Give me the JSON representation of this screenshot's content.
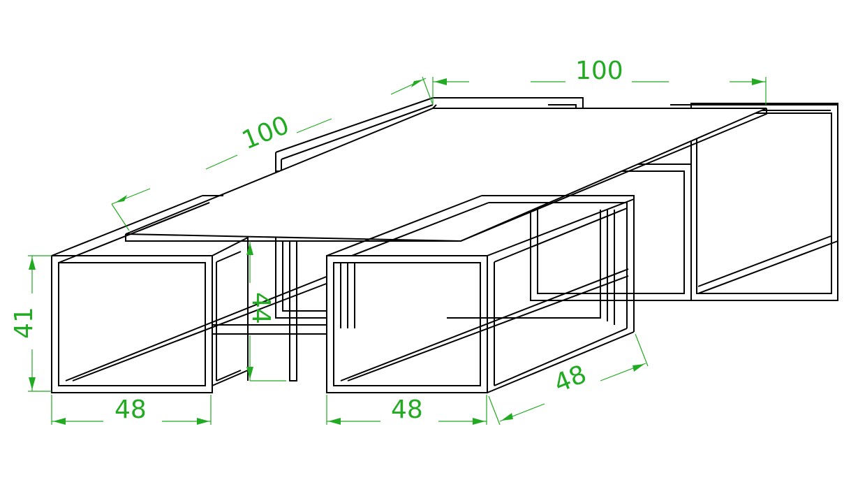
{
  "drawing": {
    "line_color": "#000000",
    "dimension_color": "#22aa22",
    "background": "#ffffff"
  },
  "dimensions": {
    "top_width_left": "100",
    "top_width_right": "100",
    "frame_height": "41",
    "table_height": "44",
    "front_width_left": "48",
    "front_width_right": "48",
    "side_depth": "48"
  }
}
